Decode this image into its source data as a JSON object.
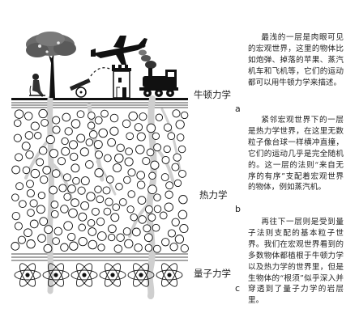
{
  "layers": {
    "a": {
      "label": "牛顿力学",
      "marker": "a",
      "text": "最浅的一层是肉眼可见的宏观世界，这里的物体比如炮弹、掉落的苹果、蒸汽机车和飞机等，它们的运动都可以用牛顿力学来描述。"
    },
    "b": {
      "label": "热力学",
      "marker": "b",
      "text": "紧邻宏观世界下的一层是热力学世界，在这里无数粒子像台球一样横冲直撞，它们的运动几乎是完全随机的。这一层的法则“来自无序的有序”支配着宏观世界的物体，例如蒸汽机。"
    },
    "c": {
      "label": "量子力学",
      "marker": "c",
      "text": "再往下一层则是受到量子法则支配的基本粒子世界。我们在宏观世界看到的多数物体都植根于牛顿力学以及热力学的世界里，但是生物体的“根须”似乎深入并穿透到了量子力学的岩层里。"
    }
  },
  "icons": [
    "tree-icon",
    "person-with-cannon-icon",
    "castle-icon",
    "airplane-icon",
    "steam-locomotive-icon",
    "atom-icon"
  ],
  "colors": {
    "ink": "#111111",
    "root": "#c8c8c8",
    "ground": "#000000"
  }
}
